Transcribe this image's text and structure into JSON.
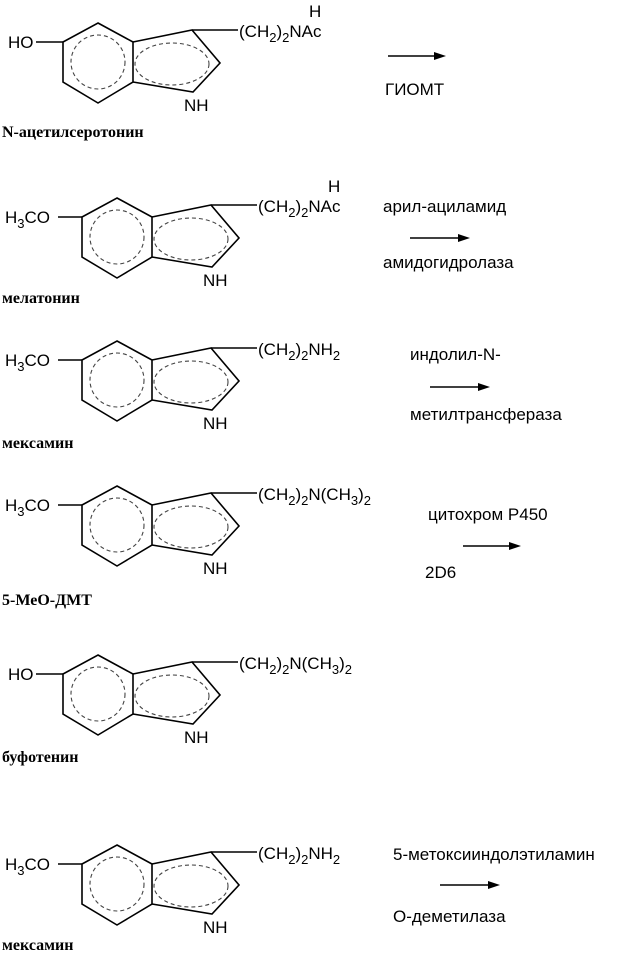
{
  "molecules": [
    {
      "name": "N-ацетилсеротонин",
      "substituent": [
        {
          "t": "HO"
        }
      ],
      "chain": [
        {
          "t": "(CH"
        },
        {
          "t": "2",
          "sub": true
        },
        {
          "t": ")"
        },
        {
          "t": "2",
          "sub": true
        },
        {
          "t": "NAc"
        }
      ],
      "chain_h": "H",
      "nh": "NH"
    },
    {
      "name": "мелатонин",
      "substituent": [
        {
          "t": "H"
        },
        {
          "t": "3",
          "sub": true
        },
        {
          "t": "CO"
        }
      ],
      "chain": [
        {
          "t": "(CH"
        },
        {
          "t": "2",
          "sub": true
        },
        {
          "t": ")"
        },
        {
          "t": "2",
          "sub": true
        },
        {
          "t": "NAc"
        }
      ],
      "chain_h": "H",
      "nh": "NH"
    },
    {
      "name": "мексамин",
      "substituent": [
        {
          "t": "H"
        },
        {
          "t": "3",
          "sub": true
        },
        {
          "t": "CO"
        }
      ],
      "chain": [
        {
          "t": "(CH"
        },
        {
          "t": "2",
          "sub": true
        },
        {
          "t": ")"
        },
        {
          "t": "2",
          "sub": true
        },
        {
          "t": "NH"
        },
        {
          "t": "2",
          "sub": true
        }
      ],
      "nh": "NH"
    },
    {
      "name": "5-МеО-ДМТ",
      "substituent": [
        {
          "t": "H"
        },
        {
          "t": "3",
          "sub": true
        },
        {
          "t": "CO"
        }
      ],
      "chain": [
        {
          "t": "(CH"
        },
        {
          "t": "2",
          "sub": true
        },
        {
          "t": ")"
        },
        {
          "t": "2",
          "sub": true
        },
        {
          "t": "N(CH"
        },
        {
          "t": "3",
          "sub": true
        },
        {
          "t": ")"
        },
        {
          "t": "2",
          "sub": true
        }
      ],
      "nh": "NH"
    },
    {
      "name": "буфотенин",
      "substituent": [
        {
          "t": "HO"
        }
      ],
      "chain": [
        {
          "t": "(CH"
        },
        {
          "t": "2",
          "sub": true
        },
        {
          "t": ")"
        },
        {
          "t": "2",
          "sub": true
        },
        {
          "t": "N(CH"
        },
        {
          "t": "3",
          "sub": true
        },
        {
          "t": ")"
        },
        {
          "t": "2",
          "sub": true
        }
      ],
      "nh": "NH"
    },
    {
      "name": "мексамин",
      "substituent": [
        {
          "t": "H"
        },
        {
          "t": "3",
          "sub": true
        },
        {
          "t": "CO"
        }
      ],
      "chain": [
        {
          "t": "(CH"
        },
        {
          "t": "2",
          "sub": true
        },
        {
          "t": ")"
        },
        {
          "t": "2",
          "sub": true
        },
        {
          "t": "NH"
        },
        {
          "t": "2",
          "sub": true
        }
      ],
      "nh": "NH"
    }
  ],
  "reactions": [
    {
      "above": "",
      "below": "ГИОМТ"
    },
    {
      "above": "арил-ациламид",
      "below": "амидогидролаза"
    },
    {
      "above": "индолил-N-",
      "below": "метилтрансфераза"
    },
    {
      "above": "цитохром Р450",
      "below": "2D6"
    },
    {
      "above": "5-метоксииндолэтиламин",
      "below": "О-деметилаза"
    }
  ]
}
